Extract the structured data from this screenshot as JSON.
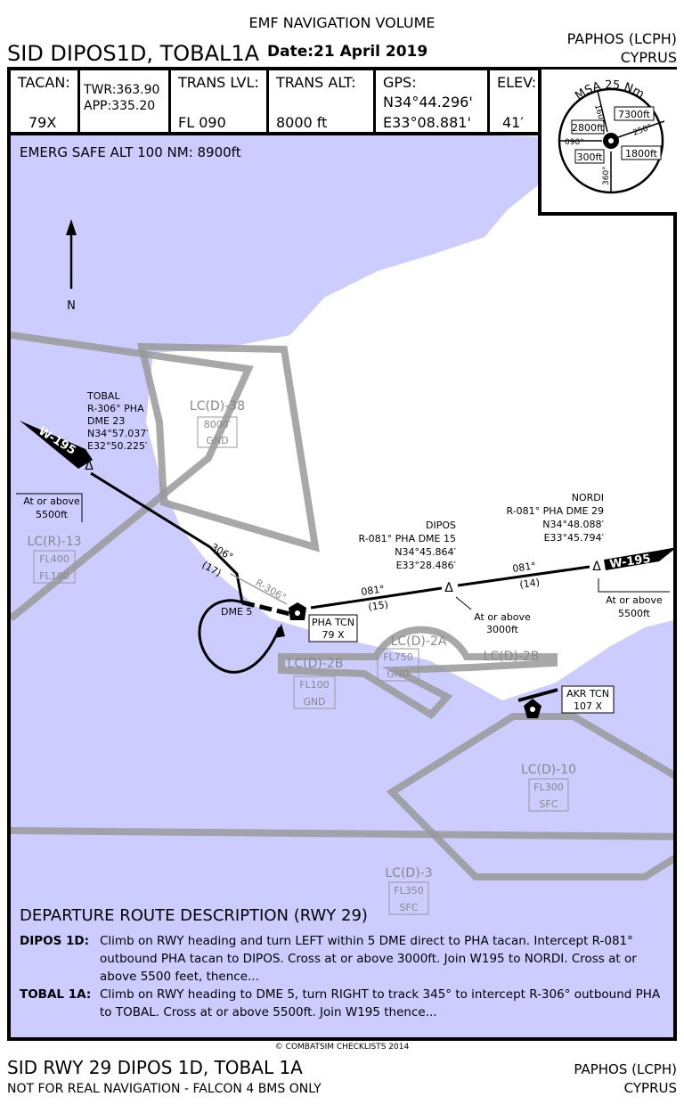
{
  "header": {
    "volume": "EMF NAVIGATION VOLUME",
    "title": "SID DIPOS1D, TOBAL1A",
    "date": "Date:21 April 2019",
    "location": "PAPHOS (LCPH)",
    "country": "CYPRUS"
  },
  "info": {
    "tacan_label": "TACAN:",
    "tacan": "79X",
    "twr": "TWR:363.90",
    "app": "APP:335.20",
    "trans_lvl_label": "TRANS LVL:",
    "trans_lvl": "FL 090",
    "trans_alt_label": "TRANS ALT:",
    "trans_alt": "8000 ft",
    "gps_label": "GPS:",
    "gps_n": "N34°44.296'",
    "gps_e": "E33°08.881'",
    "elev_label": "ELEV:",
    "elev": "41′"
  },
  "msa": {
    "title": "MSA 25 Nm",
    "sectors": [
      "7300ft",
      "2800ft",
      "300ft",
      "1800ft"
    ],
    "bearings": [
      "160°",
      "250°",
      "090°",
      "360°"
    ]
  },
  "map": {
    "emerg": "EMERG SAFE ALT 100 NM: 8900ft",
    "north": "N",
    "airways": [
      "W-195",
      "W-195"
    ],
    "tobal": {
      "name": "TOBAL",
      "radial": "R-306° PHA",
      "dme": "DME 23",
      "n": "N34°57.037′",
      "e": "E32°50.225′",
      "alt": [
        "At or above",
        "5500ft"
      ]
    },
    "dipos": {
      "name": "DIPOS",
      "radial": "R-081° PHA DME 15",
      "n": "N34°45.864′",
      "e": "E33°28.486′",
      "alt": [
        "At or above",
        "3000ft"
      ]
    },
    "nordi": {
      "name": "NORDI",
      "radial": "R-081° PHA DME 29",
      "n": "N34°48.088′",
      "e": "E33°45.794′",
      "alt": [
        "At or above",
        "5500ft"
      ]
    },
    "legs": {
      "l306": "306°",
      "d17": "(17)",
      "r306": "R-306°",
      "dme5": "DME 5",
      "l081a": "081°",
      "d15": "(15)",
      "l081b": "081°",
      "d14": "(14)"
    },
    "pha": [
      "PHA TCN",
      "79 X"
    ],
    "akr": [
      "AKR TCN",
      "107 X"
    ],
    "areas": [
      {
        "name": "LC(D)-38",
        "top": "8000′",
        "bottom": "GND"
      },
      {
        "name": "LC(R)-13",
        "top": "FL400",
        "bottom": "FL100"
      },
      {
        "name": "LC(D)-2A",
        "top": "FL750",
        "bottom": "GND"
      },
      {
        "name": "LC(D)-2B",
        "top": "FL100",
        "bottom": "GND"
      },
      {
        "name": "LC(D)-2B"
      },
      {
        "name": "LC(D)-10",
        "top": "FL300",
        "bottom": "SFC"
      },
      {
        "name": "LC(D)-3",
        "top": "FL350",
        "bottom": "SFC"
      }
    ],
    "colors": {
      "sea": "#ccccff",
      "land": "#ffffff",
      "airspace": "#999999"
    }
  },
  "description": {
    "title": "DEPARTURE ROUTE DESCRIPTION (RWY 29)",
    "items": [
      {
        "key": "DIPOS 1D:",
        "text": "Climb on RWY heading and turn LEFT within 5 DME direct to PHA tacan. Intercept R-081° outbound PHA tacan to DIPOS. Cross at or above 3000ft. Join W195 to NORDI. Cross at or above 5500 feet, thence..."
      },
      {
        "key": "TOBAL 1A:",
        "text": "Climb on RWY heading to DME 5, turn RIGHT to track 345° to intercept R-306° outbound PHA to TOBAL. Cross at or above 5500ft. Join W195 thence..."
      }
    ]
  },
  "footer": {
    "copyright": "© COMBATSIM CHECKLISTS 2014",
    "title": "SID RWY 29 DIPOS 1D, TOBAL 1A",
    "note": "NOT FOR REAL NAVIGATION - FALCON 4 BMS ONLY",
    "location": "PAPHOS (LCPH)",
    "country": "CYPRUS"
  }
}
